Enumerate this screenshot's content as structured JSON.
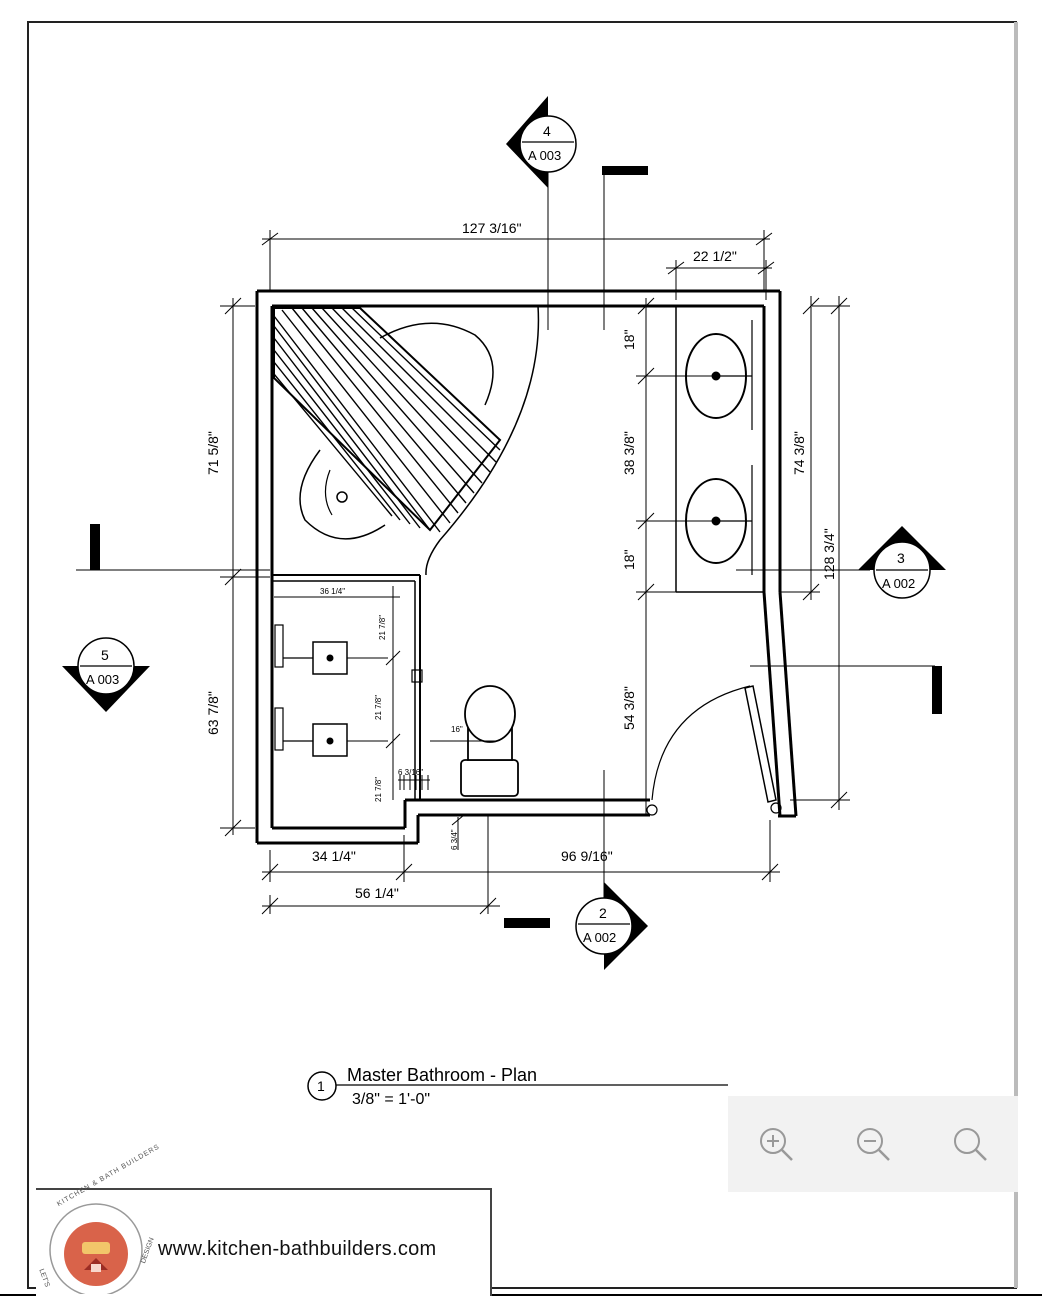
{
  "plan": {
    "dims": {
      "overall_width": "127 3/16\"",
      "vanity_depth": "22 1/2\"",
      "left_upper": "71 5/8\"",
      "left_lower": "63 7/8\"",
      "right_total": "128 3/4\"",
      "right_upper": "74 3/8\"",
      "sink_top_offset": "18\"",
      "sink_spacing": "38 3/8\"",
      "sink_bottom_offset": "18\"",
      "right_wall_lower": "54 3/8\"",
      "closet_width": "36 1/4\"",
      "closet_shelf_1": "21 7/8\"",
      "closet_shelf_2": "21 7/8\"",
      "closet_shelf_3": "21 7/8\"",
      "closet_small": "6 3/16\"",
      "toilet_offset": "16\"",
      "bottom_left": "34 1/4\"",
      "bottom_overall_left": "56 1/4\"",
      "bottom_right": "96 9/16\"",
      "step_depth": "6 3/4\""
    },
    "section_tags": [
      {
        "number": "4",
        "sheet": "A 003"
      },
      {
        "number": "5",
        "sheet": "A 003"
      },
      {
        "number": "3",
        "sheet": "A 002"
      },
      {
        "number": "2",
        "sheet": "A 002"
      }
    ]
  },
  "title_block": {
    "number": "1",
    "title": "Master Bathroom - Plan",
    "scale": "3/8\" = 1'-0\""
  },
  "viewer": {
    "zoom_in": "zoom-in-icon",
    "zoom_out": "zoom-out-icon",
    "search": "search-icon"
  },
  "footer": {
    "website": "www.kitchen-bathbuilders.com",
    "seal_top_text": "KITCHEN & BATH BUILDERS",
    "seal_left_text": "LET'S",
    "seal_right_text": "DESIGN",
    "seal_color": "#d9634a"
  }
}
